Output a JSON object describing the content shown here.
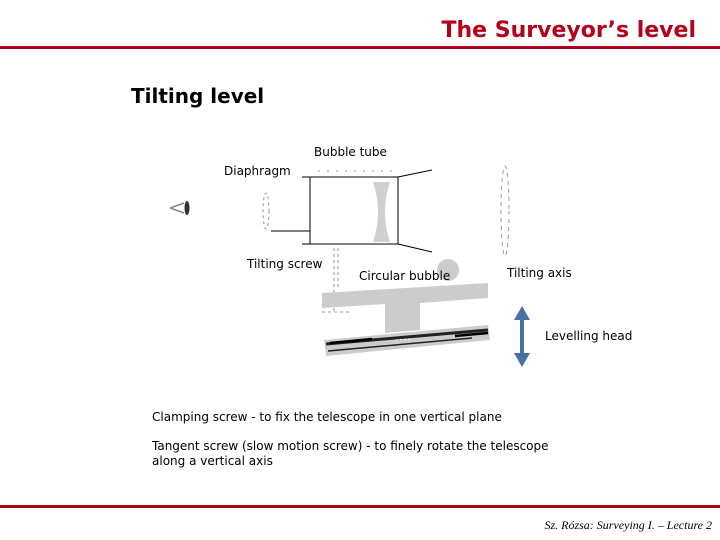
{
  "header": {
    "title": "The Surveyor’s level"
  },
  "section": {
    "subtitle": "Tilting level"
  },
  "diagram": {
    "labels": {
      "bubble_tube": "Bubble tube",
      "diaphragm": "Diaphragm",
      "tilting_screw": "Tilting screw",
      "circular_bubble": "Circular bubble",
      "tilting_axis": "Tilting axis",
      "levelling_head": "Levelling head"
    },
    "colors": {
      "arrow": "#4a6ea8",
      "parts": "#cccccc"
    }
  },
  "notes": {
    "clamping": "Clamping screw - to fix the telescope in one vertical plane",
    "tangent_line1": "Tangent screw (slow motion screw) - to finely  rotate the telescope",
    "tangent_line2": "along a vertical axis"
  },
  "footer": {
    "credit": "Sz. Rózsa: Surveying I. – Lecture 2"
  },
  "theme": {
    "accent": "#b3001b"
  }
}
